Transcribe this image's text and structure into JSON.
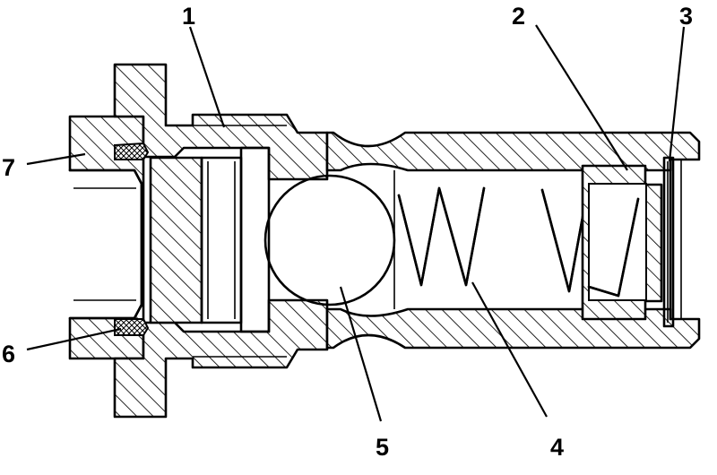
{
  "figure": {
    "callouts": [
      {
        "id": "1",
        "text": "1"
      },
      {
        "id": "2",
        "text": "2"
      },
      {
        "id": "3",
        "text": "3"
      },
      {
        "id": "4",
        "text": "4"
      },
      {
        "id": "5",
        "text": "5"
      },
      {
        "id": "6",
        "text": "6"
      },
      {
        "id": "7",
        "text": "7"
      }
    ],
    "colors": {
      "ink": "#000000",
      "background": "#ffffff"
    }
  }
}
